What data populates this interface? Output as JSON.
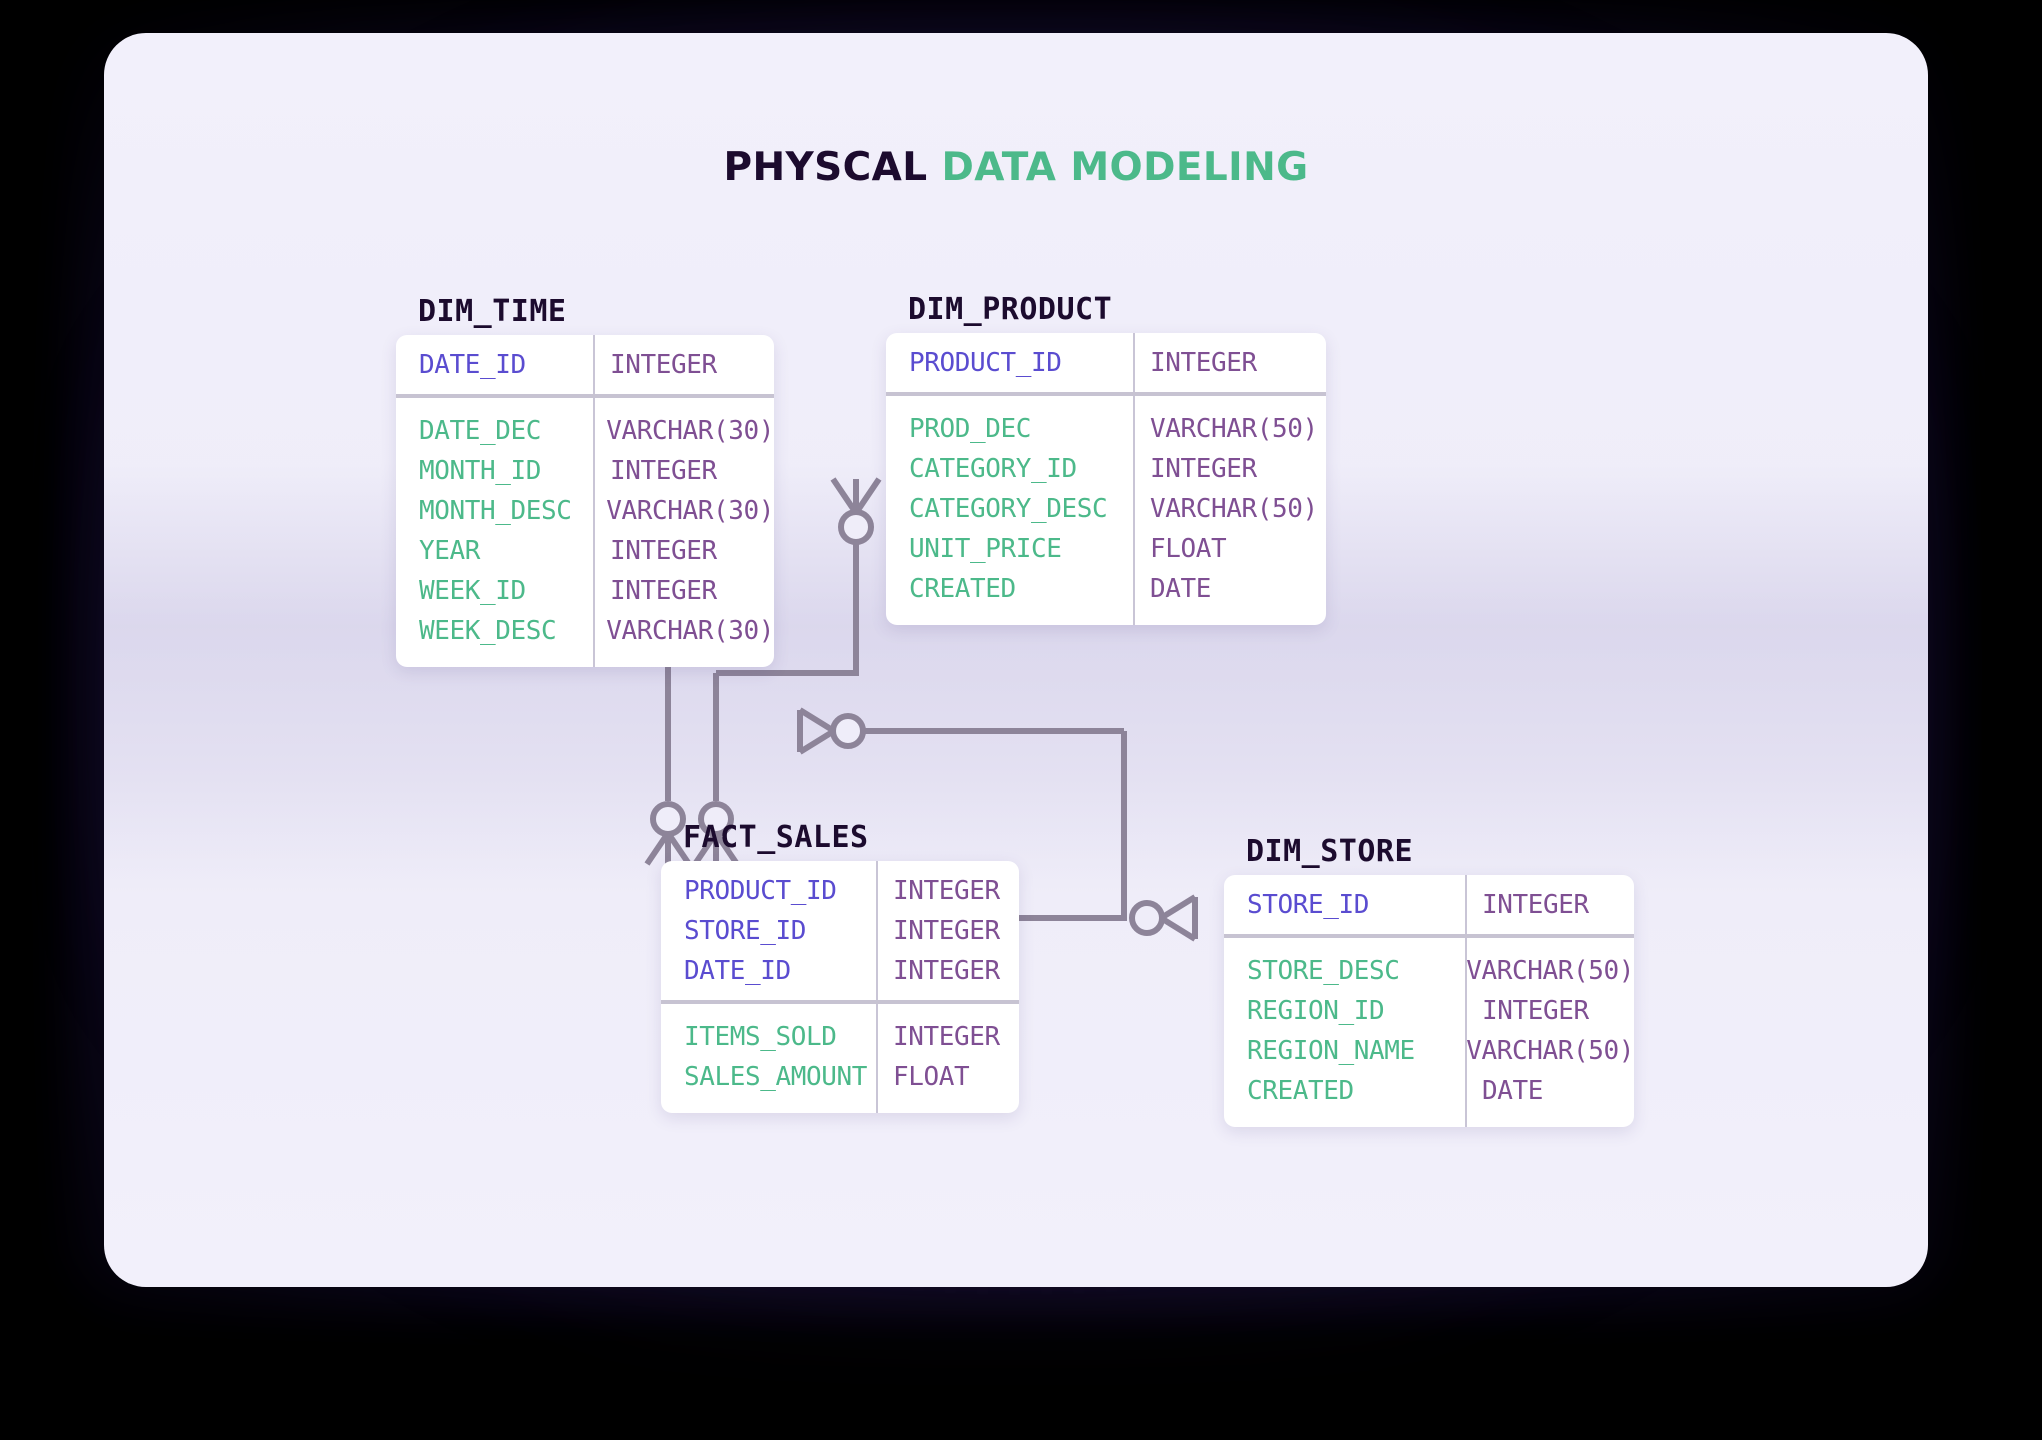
{
  "title": {
    "lead": "PHYSCAL",
    "accent": "DATA MODELING"
  },
  "colors": {
    "canvas": "#efedf9",
    "page_background": "#000000",
    "title_dark": "#1c0b2e",
    "title_accent": "#4cb98a",
    "primary_key_text": "#5a4cd0",
    "attribute_text": "#4cb98a",
    "datatype_text": "#7f4f93",
    "connector": "#8d8499",
    "table_background": "#ffffff",
    "divider": "#c7c3d2"
  },
  "entities": {
    "dim_time": {
      "name": "DIM_TIME",
      "keys": [
        {
          "field": "DATE_ID",
          "type": "INTEGER"
        }
      ],
      "attributes": [
        {
          "field": "DATE_DEC",
          "type": "VARCHAR(30)"
        },
        {
          "field": "MONTH_ID",
          "type": "INTEGER"
        },
        {
          "field": "MONTH_DESC",
          "type": "VARCHAR(30)"
        },
        {
          "field": "YEAR",
          "type": "INTEGER"
        },
        {
          "field": "WEEK_ID",
          "type": "INTEGER"
        },
        {
          "field": "WEEK_DESC",
          "type": "VARCHAR(30)"
        }
      ]
    },
    "dim_product": {
      "name": "DIM_PRODUCT",
      "keys": [
        {
          "field": "PRODUCT_ID",
          "type": "INTEGER"
        }
      ],
      "attributes": [
        {
          "field": "PROD_DEC",
          "type": "VARCHAR(50)"
        },
        {
          "field": "CATEGORY_ID",
          "type": "INTEGER"
        },
        {
          "field": "CATEGORY_DESC",
          "type": "VARCHAR(50)"
        },
        {
          "field": "UNIT_PRICE",
          "type": "FLOAT"
        },
        {
          "field": "CREATED",
          "type": "DATE"
        }
      ]
    },
    "fact_sales": {
      "name": "FACT_SALES",
      "keys": [
        {
          "field": "PRODUCT_ID",
          "type": "INTEGER"
        },
        {
          "field": "STORE_ID",
          "type": "INTEGER"
        },
        {
          "field": "DATE_ID",
          "type": "INTEGER"
        }
      ],
      "attributes": [
        {
          "field": "ITEMS_SOLD",
          "type": "INTEGER"
        },
        {
          "field": "SALES_AMOUNT",
          "type": "FLOAT"
        }
      ]
    },
    "dim_store": {
      "name": "DIM_STORE",
      "keys": [
        {
          "field": "STORE_ID",
          "type": "INTEGER"
        }
      ],
      "attributes": [
        {
          "field": "STORE_DESC",
          "type": "VARCHAR(50)"
        },
        {
          "field": "REGION_ID",
          "type": "INTEGER"
        },
        {
          "field": "REGION_NAME",
          "type": "VARCHAR(50)"
        },
        {
          "field": "CREATED",
          "type": "DATE"
        }
      ]
    }
  },
  "relationships": [
    {
      "from": "DIM_TIME",
      "to": "FACT_SALES",
      "from_cardinality": "one-and-only-one",
      "to_cardinality": "zero-or-many"
    },
    {
      "from": "DIM_PRODUCT",
      "to": "FACT_SALES",
      "from_cardinality": "zero-or-many",
      "to_cardinality": "zero-or-many"
    },
    {
      "from": "FACT_SALES",
      "to": "DIM_STORE",
      "from_cardinality": "zero-or-many",
      "to_cardinality": "zero-or-many"
    }
  ]
}
